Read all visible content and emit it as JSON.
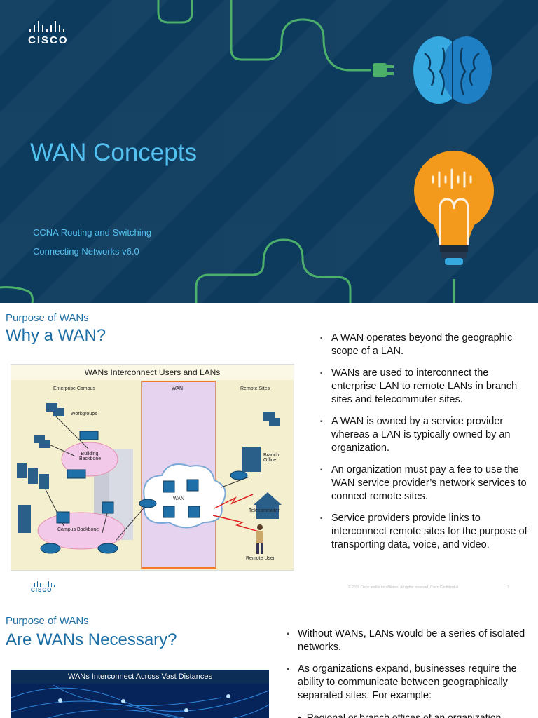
{
  "title_slide": {
    "logo_text": "CISCO",
    "title": "WAN Concepts",
    "subtitle1": "CCNA Routing and Switching",
    "subtitle2": "Connecting Networks v6.0"
  },
  "slide2": {
    "section": "Purpose of WANs",
    "heading": "Why a WAN?",
    "diagram": {
      "title": "WANs Interconnect Users and LANs",
      "labels": {
        "enterprise_campus": "Enterprise Campus",
        "wan_column": "WAN",
        "remote_sites": "Remote Sites",
        "workgroups": "Workgroups",
        "building_backbone": "Building Backbone",
        "campus_backbone": "Campus Backbone",
        "wan_cloud": "WAN",
        "branch_office": "Branch Office",
        "telecommuter": "Telecommuter",
        "remote_user": "Remote User"
      }
    },
    "bullets": [
      "A WAN operates beyond the geographic scope of a LAN.",
      "WANs are used to interconnect the enterprise LAN to remote LANs in branch sites and telecommuter sites.",
      "A WAN is owned by a service provider whereas a LAN is typically owned by an organization.",
      "An organization must pay a fee to use the WAN service provider’s network services to connect remote sites.",
      "Service providers provide links to interconnect remote sites for the purpose of transporting data, voice, and video."
    ],
    "footer_logo": "CISCO",
    "copyright": "© 2016 Cisco and/or its affiliates. All rights reserved. Cisco Confidential",
    "page_number": "3"
  },
  "slide3": {
    "section": "Purpose of WANs",
    "heading": "Are WANs Necessary?",
    "image_title": "WANs Interconnect Across Vast Distances",
    "bullets": [
      "Without WANs, LANs would be a series of isolated networks.",
      "As organizations expand, businesses require the ability to communicate between geographically separated sites.  For example:"
    ],
    "sub_bullet": "Regional or branch offices of an organization"
  },
  "colors": {
    "title_bg": "#0d3b5e",
    "title_text": "#54c0f0",
    "heading": "#1c6ea4",
    "deco_green": "#4caf6a",
    "bulb_orange": "#f39a1c",
    "brain_blue": "#36a9e1",
    "wan_column": "#e6d3f0"
  }
}
